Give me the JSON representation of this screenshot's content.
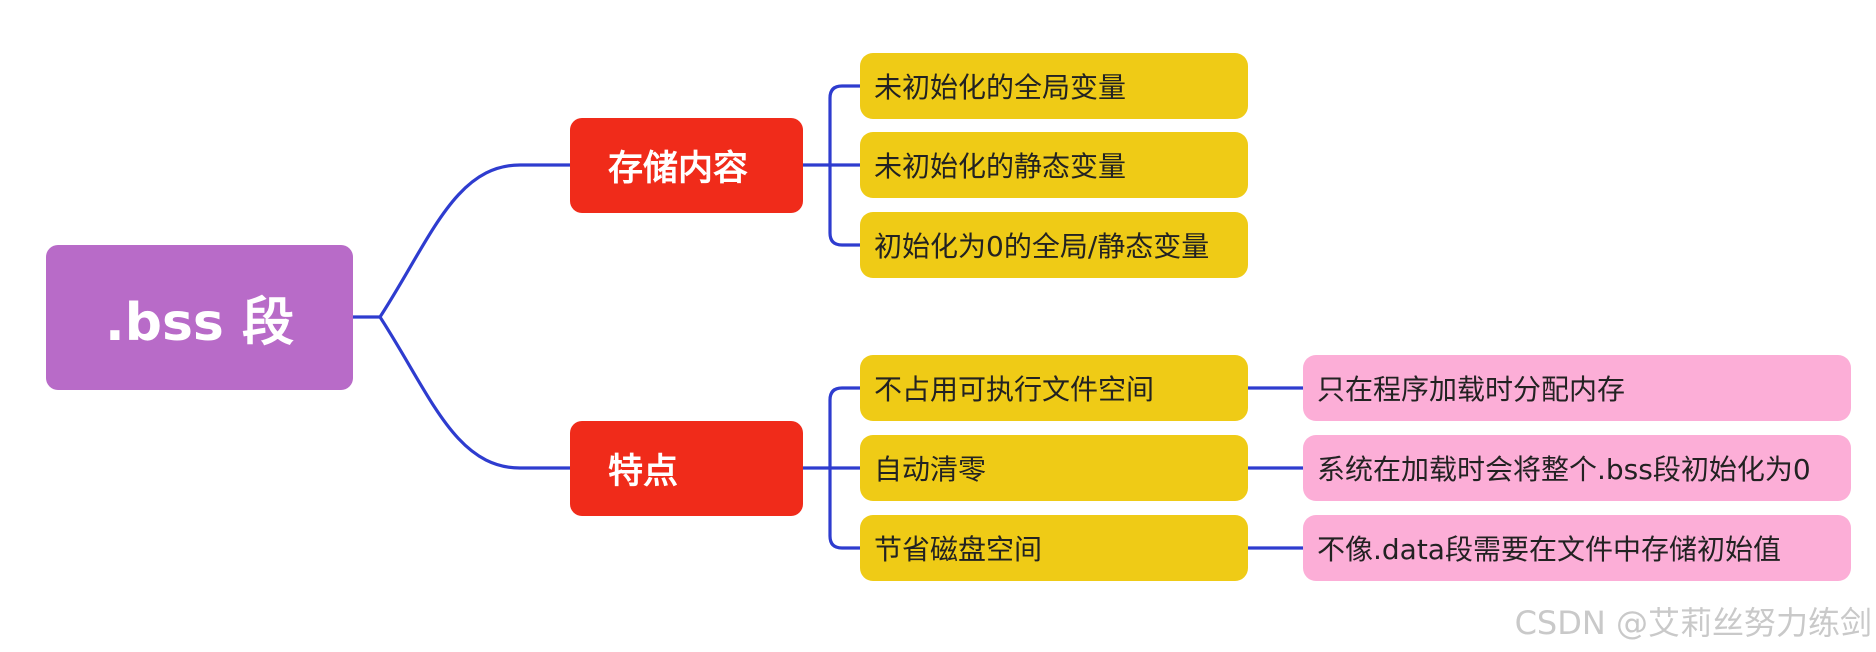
{
  "colors": {
    "root": "#b86bc8",
    "branch": "#f02b1a",
    "leaf": "#efcb16",
    "detail": "#fcaed7",
    "connector": "#2e3ccf"
  },
  "root": {
    "label": ".bss 段"
  },
  "branches": [
    {
      "label": "存储内容",
      "items": [
        {
          "label": "未初始化的全局变量"
        },
        {
          "label": "未初始化的静态变量"
        },
        {
          "label": "初始化为0的全局/静态变量"
        }
      ]
    },
    {
      "label": "特点",
      "items": [
        {
          "label": "不占用可执行文件空间",
          "detail": "只在程序加载时分配内存"
        },
        {
          "label": "自动清零",
          "detail": "系统在加载时会将整个.bss段初始化为0"
        },
        {
          "label": "节省磁盘空间",
          "detail": "不像.data段需要在文件中存储初始值"
        }
      ]
    }
  ],
  "watermark": "CSDN @艾莉丝努力练剑"
}
